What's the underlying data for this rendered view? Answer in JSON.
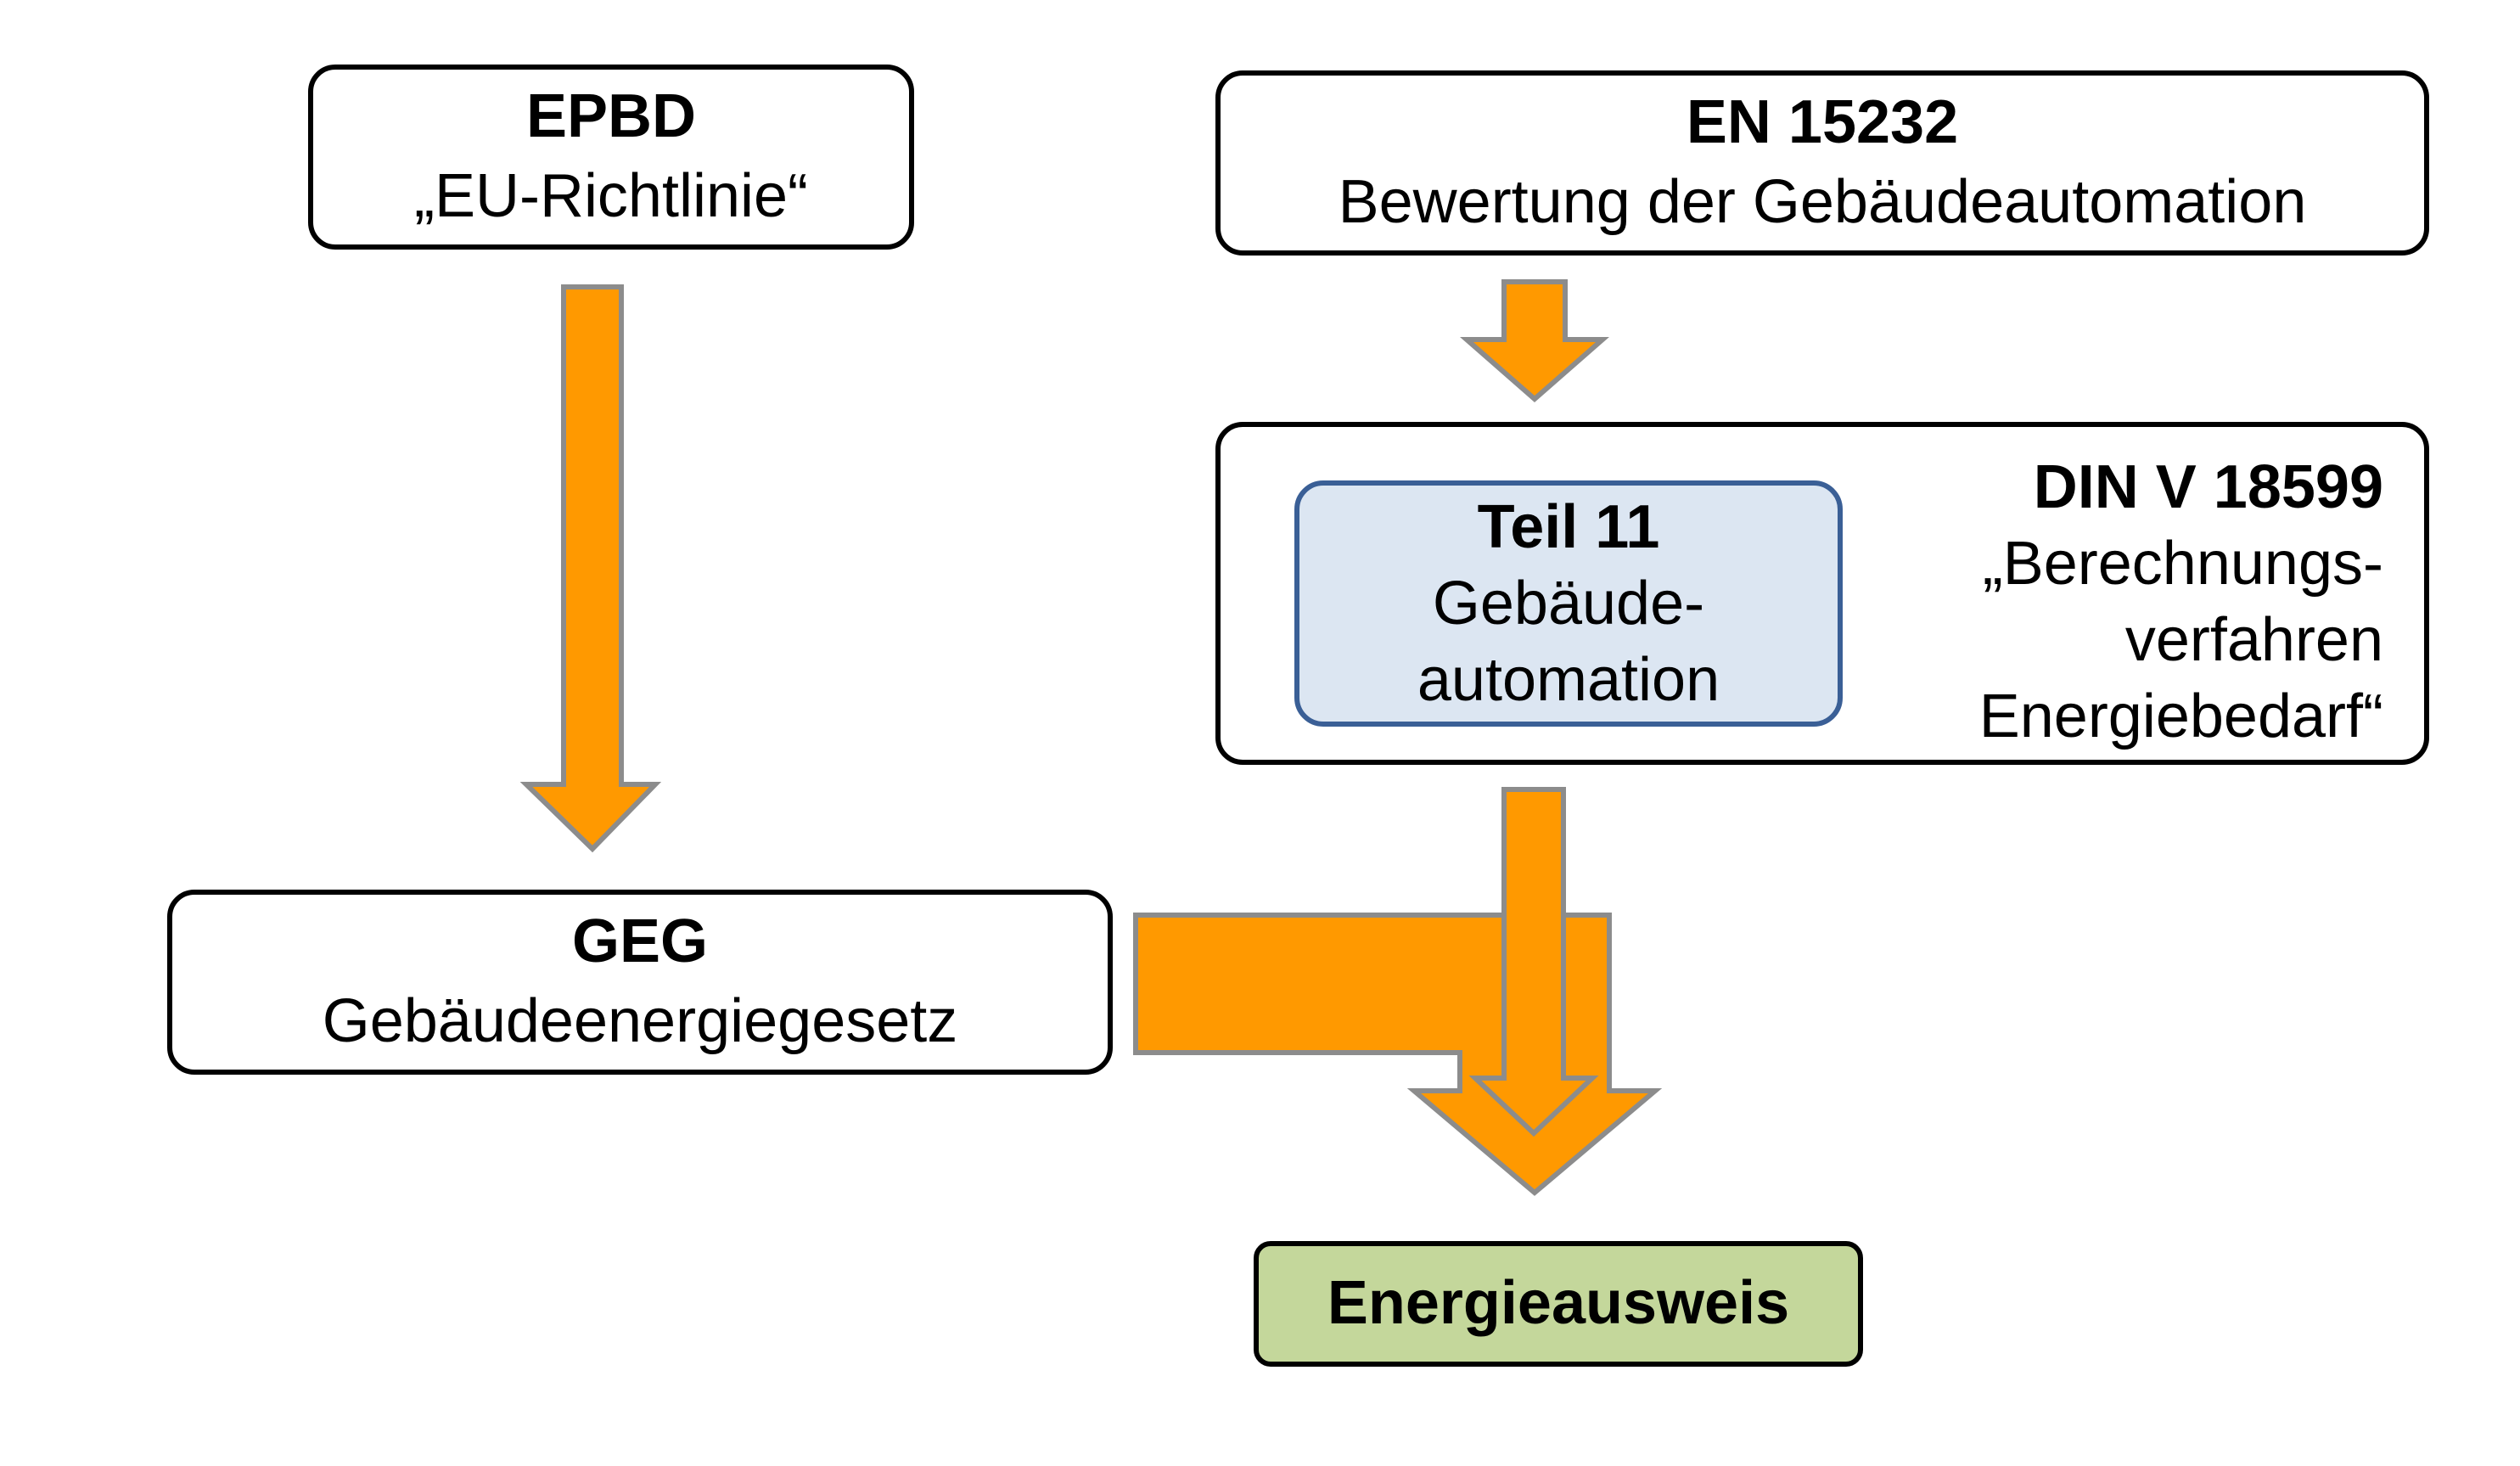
{
  "diagram": {
    "nodes": {
      "epbd": {
        "title": "EPBD",
        "subtitle": "„EU-Richtlinie“"
      },
      "en15232": {
        "title": "EN 15232",
        "subtitle": "Bewertung der Gebäudeautomation"
      },
      "din": {
        "title": "DIN V 18599",
        "lines": [
          "„Berechnungs-",
          "verfahren",
          "Energiebedarf“"
        ]
      },
      "teil11": {
        "title": "Teil 11",
        "lines": [
          "Gebäude-",
          "automation"
        ]
      },
      "geg": {
        "title": "GEG",
        "subtitle": "Gebäudeenergiegesetz"
      },
      "energieausweis": {
        "title": "Energieausweis"
      }
    },
    "edges": [
      {
        "from": "epbd",
        "to": "geg"
      },
      {
        "from": "en15232",
        "to": "din"
      },
      {
        "from": "din",
        "to": "energieausweis"
      },
      {
        "from": "geg",
        "to": "energieausweis"
      }
    ],
    "colors": {
      "arrow_fill": "#ff9900",
      "arrow_stroke": "#8c8c8c",
      "teil11_fill": "#dce6f2",
      "teil11_border": "#3a5f96",
      "energieausweis_fill": "#c4d79b",
      "box_border": "#000000"
    }
  }
}
